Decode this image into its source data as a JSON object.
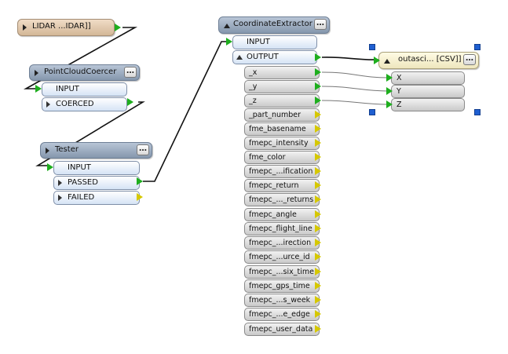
{
  "reader": {
    "label": "LIDAR ...IDAR]]"
  },
  "coercer": {
    "title": "PointCloudCoercer",
    "input_label": "INPUT",
    "output_label": "COERCED"
  },
  "tester": {
    "title": "Tester",
    "input_label": "INPUT",
    "passed_label": "PASSED",
    "failed_label": "FAILED"
  },
  "extractor": {
    "title": "CoordinateExtractor",
    "input_label": "INPUT",
    "output_label": "OUTPUT",
    "attributes": [
      "_x",
      "_y",
      "_z",
      "_part_number",
      "fme_basename",
      "fmepc_intensity",
      "fme_color",
      "fmepc_...ification",
      "fmepc_return",
      "fmepc_..._returns",
      "fmepc_angle",
      "fmepc_flight_line",
      "fmepc_...irection",
      "fmepc_...urce_id",
      "fmepc_...six_time",
      "fmepc_gps_time",
      "fmepc_...s_week",
      "fmepc_...e_edge",
      "fmepc_user_data"
    ]
  },
  "writer": {
    "title": "outasci... [CSV]]",
    "attributes": [
      "X",
      "Y",
      "Z"
    ]
  },
  "menu_glyph": "…",
  "colors": {
    "transformer_header": "#8ea0b6",
    "reader_header": "#dcc3a7",
    "writer_header": "#f5efcf",
    "connected_port_arrow": "#1eae1e",
    "unconnected_port_arrow": "#d6c800",
    "selection_handle": "#1f5fd1"
  }
}
